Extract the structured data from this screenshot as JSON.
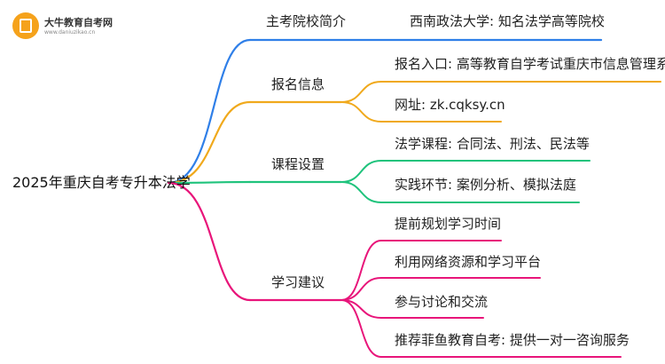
{
  "logo": {
    "name": "大牛教育自考网",
    "url": "www.daniuzikao.cn"
  },
  "root": "2025年重庆自考专升本法学",
  "branches": [
    {
      "label": "主考院校简介",
      "color": "#2f7fe8",
      "children": [
        "西南政法大学: 知名法学高等院校"
      ]
    },
    {
      "label": "报名信息",
      "color": "#f0a91c",
      "children": [
        "报名入口: 高等教育自学考试重庆市信息管理系统",
        "网址: zk.cqksy.cn"
      ]
    },
    {
      "label": "课程设置",
      "color": "#1fc37c",
      "children": [
        "法学课程: 合同法、刑法、民法等",
        "实践环节: 案例分析、模拟法庭"
      ]
    },
    {
      "label": "学习建议",
      "color": "#e8157a",
      "children": [
        "提前规划学习时间",
        "利用网络资源和学习平台",
        "参与讨论和交流",
        "推荐菲鱼教育自考: 提供一对一咨询服务"
      ]
    }
  ]
}
